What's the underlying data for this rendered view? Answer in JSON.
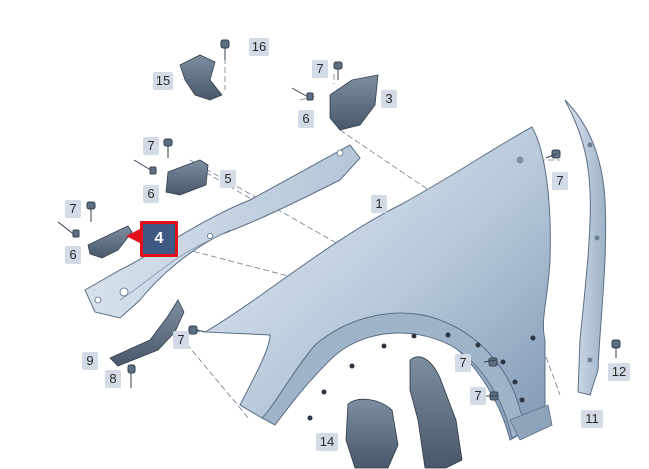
{
  "diagram": {
    "highlight_color": "#e3101c",
    "label_bg": "#d3dbe6",
    "highlight_bg": "#3f5a82",
    "part_fill": "#c9d6e3",
    "labels": {
      "fender": "1",
      "upper_bracket": "3",
      "front_bracket": "4",
      "mid_bracket": "5",
      "screw": "6",
      "bolt": "7",
      "lower_bolt": "8",
      "lower_bracket": "9",
      "seal_strip": "11",
      "clip": "12",
      "shield": "14",
      "rear_bracket": "15",
      "top_bolt": "16"
    }
  }
}
